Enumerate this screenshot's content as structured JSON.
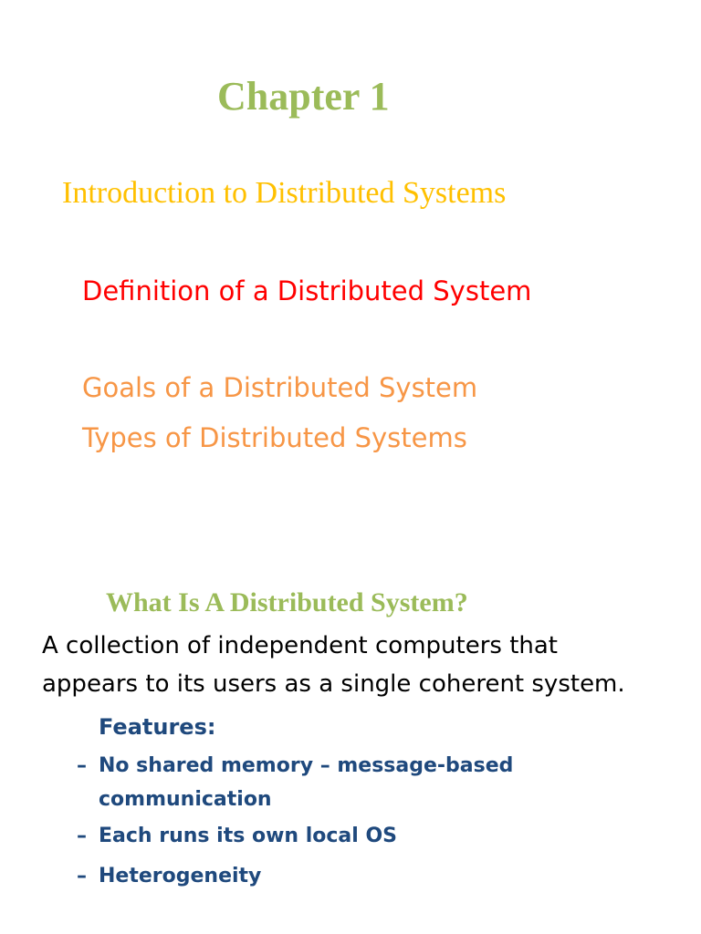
{
  "slide1": {
    "chapter_title": "Chapter 1",
    "subtitle": "Introduction to Distributed Systems",
    "definition": "Definition of a Distributed System",
    "goals": "Goals of a Distributed System",
    "types": "Types of Distributed Systems"
  },
  "slide2": {
    "question": "What Is A Distributed System?",
    "body_line_1": "A collection of independent computers that",
    "body_line_2": "appears to its users as a single coherent system.",
    "features_heading": "Features:",
    "bullet_marker": "–",
    "features": [
      {
        "line_1": "No shared memory – message-based",
        "line_2": "communication"
      },
      {
        "line_1": "Each runs its own local OS"
      },
      {
        "line_1": "Heterogeneity"
      }
    ]
  },
  "colors": {
    "green": "#9bbb59",
    "gold": "#ffc000",
    "red": "#ff0000",
    "orange": "#f79646",
    "navy": "#1f497d"
  }
}
